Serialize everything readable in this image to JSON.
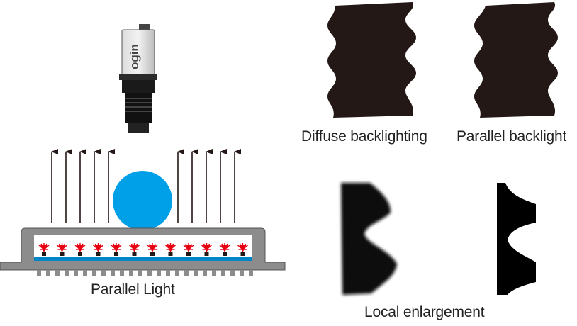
{
  "labels": {
    "diffuse": "Diffuse backlighting",
    "parallel_backlight": "Parallel backlight",
    "parallel_light": "Parallel Light",
    "local_enlargement": "Local enlargement"
  },
  "camera": {
    "brand": "ogin"
  },
  "colors": {
    "silhouette": "#231815",
    "ball": "#00A0E9",
    "housing": "#8C8C8C",
    "led": "#E60012",
    "diffuser": "#0085C8",
    "arrow": "#231815"
  }
}
